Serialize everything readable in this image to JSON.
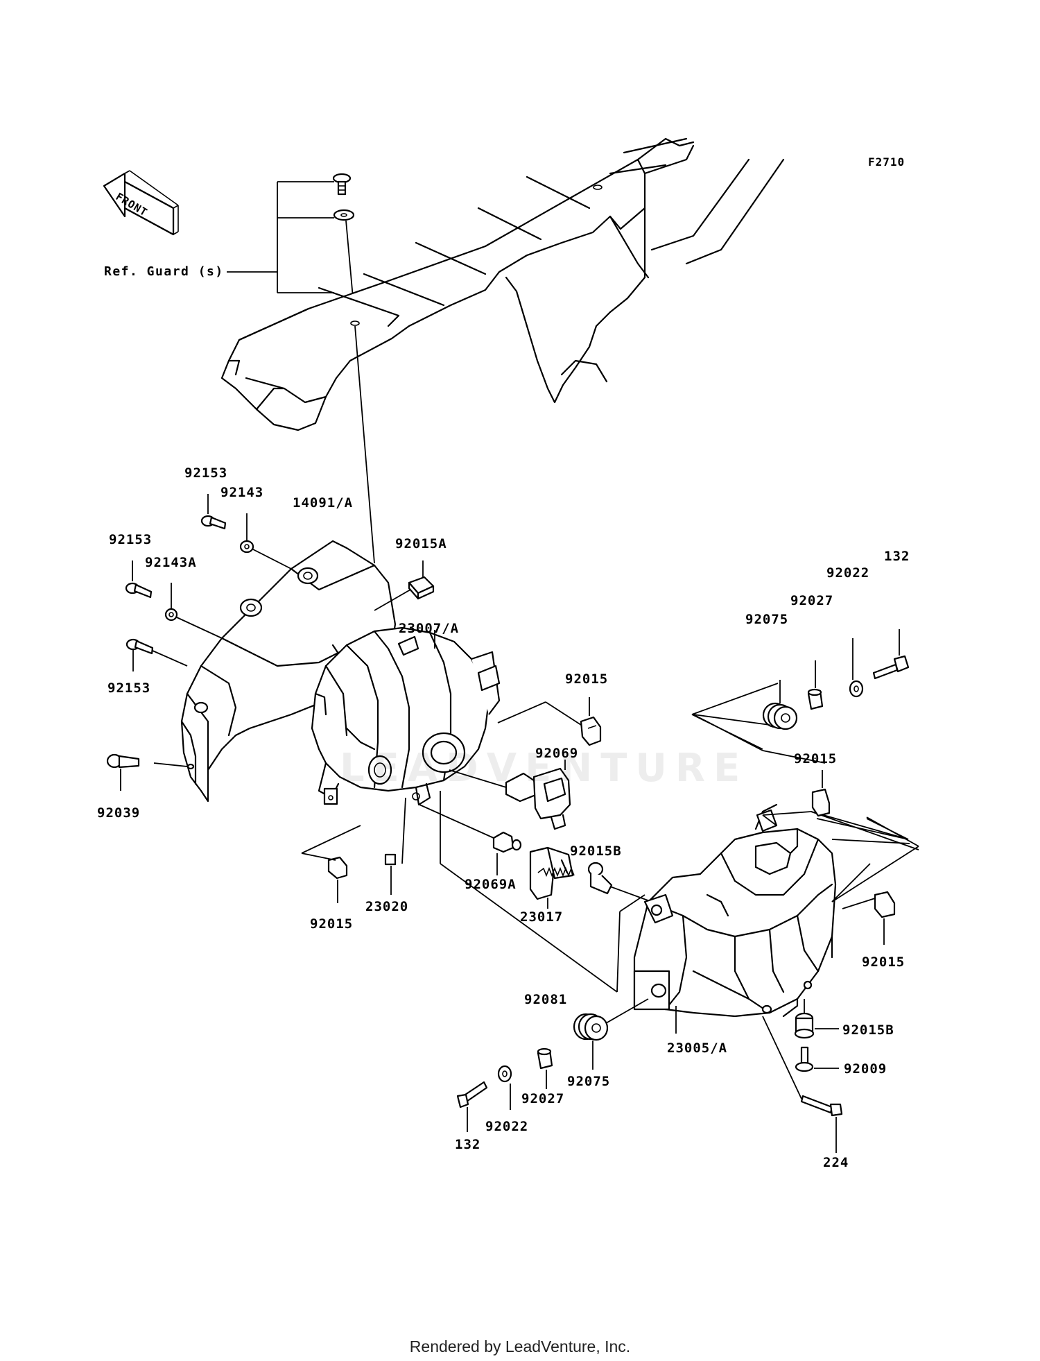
{
  "diagram_code": "F2710",
  "front_label": "FRONT",
  "ref_label": "Ref. Guard (s)",
  "footer": "Rendered by LeadVenture, Inc.",
  "watermark": "LEADVENTURE",
  "labels": [
    {
      "text": "92153"
    },
    {
      "text": "92143"
    },
    {
      "text": "14091/A"
    },
    {
      "text": "92153"
    },
    {
      "text": "92143A"
    },
    {
      "text": "92015A"
    },
    {
      "text": "92153"
    },
    {
      "text": "23007/A"
    },
    {
      "text": "92015"
    },
    {
      "text": "92039"
    },
    {
      "text": "92069"
    },
    {
      "text": "92015"
    },
    {
      "text": "92069A"
    },
    {
      "text": "23020"
    },
    {
      "text": "23017"
    },
    {
      "text": "92015B"
    },
    {
      "text": "92081"
    },
    {
      "text": "132"
    },
    {
      "text": "92022"
    },
    {
      "text": "92027"
    },
    {
      "text": "92075"
    },
    {
      "text": "92015"
    },
    {
      "text": "92015"
    },
    {
      "text": "92015B"
    },
    {
      "text": "23005/A"
    },
    {
      "text": "92075"
    },
    {
      "text": "92009"
    },
    {
      "text": "92027"
    },
    {
      "text": "92022"
    },
    {
      "text": "132"
    },
    {
      "text": "224"
    }
  ]
}
